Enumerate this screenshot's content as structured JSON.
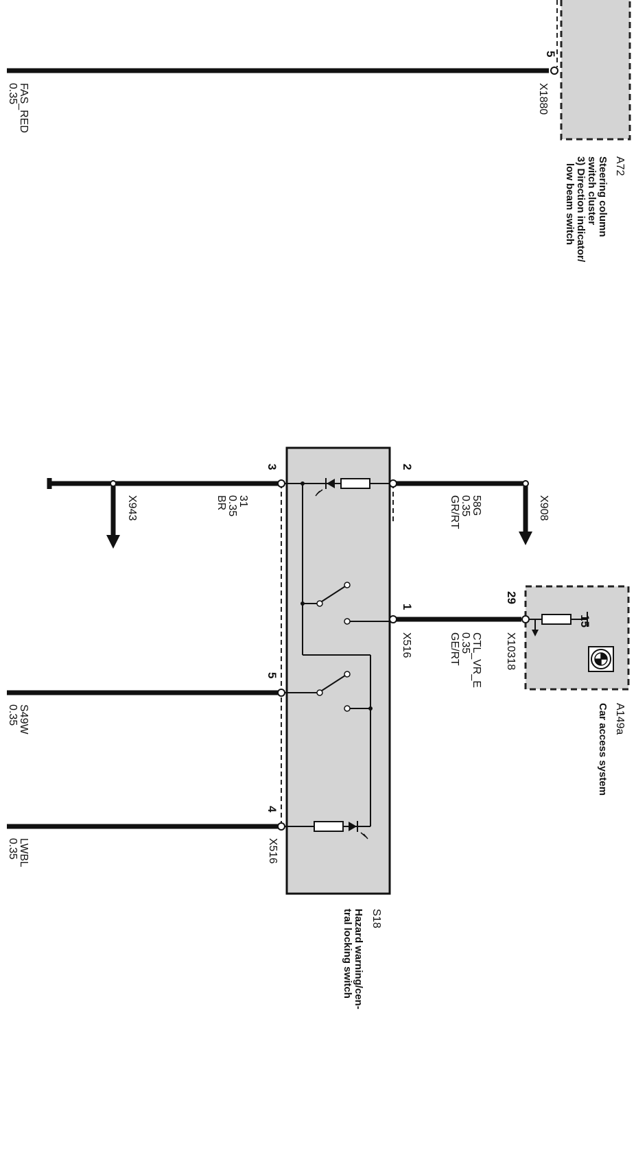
{
  "components": {
    "a72": {
      "id": "A72",
      "lines": [
        "Steering column",
        "switch cluster",
        "3) Direction indicator/",
        "low beam switch"
      ]
    },
    "a149a": {
      "id": "A149a",
      "lines": [
        "Car access system"
      ],
      "internal_pin": "15"
    },
    "s18": {
      "id": "S18",
      "lines": [
        "Hazard warning/cen-",
        "tral locking switch"
      ]
    }
  },
  "connectors": {
    "x1880": "X1880",
    "x908": "X908",
    "x943": "X943",
    "x10318": "X10318",
    "x516_top": "X516",
    "x516_bottom": "X516"
  },
  "pins": {
    "a72_pin": "5",
    "s18_pin2": "2",
    "s18_pin3": "3",
    "s18_pin1": "1",
    "s18_pin5": "5",
    "s18_pin4": "4",
    "a149a_pin": "29"
  },
  "wires": {
    "fas_red": {
      "name": "FAS_RED",
      "size": "0.35"
    },
    "w58g": {
      "name": "58G",
      "size": "0.35",
      "color": "GR/RT"
    },
    "w31": {
      "name": "31",
      "size": "0.35",
      "color": "BR"
    },
    "ctl": {
      "name": "CTL_VR_E",
      "size": "0.35",
      "color": "GE/RT"
    },
    "s49w": {
      "name": "S49W",
      "size": "0.35"
    },
    "lwbl": {
      "name": "LWBL",
      "size": "0.35"
    }
  },
  "colors": {
    "component_fill": "#d4d4d4",
    "wire": "#111111"
  }
}
